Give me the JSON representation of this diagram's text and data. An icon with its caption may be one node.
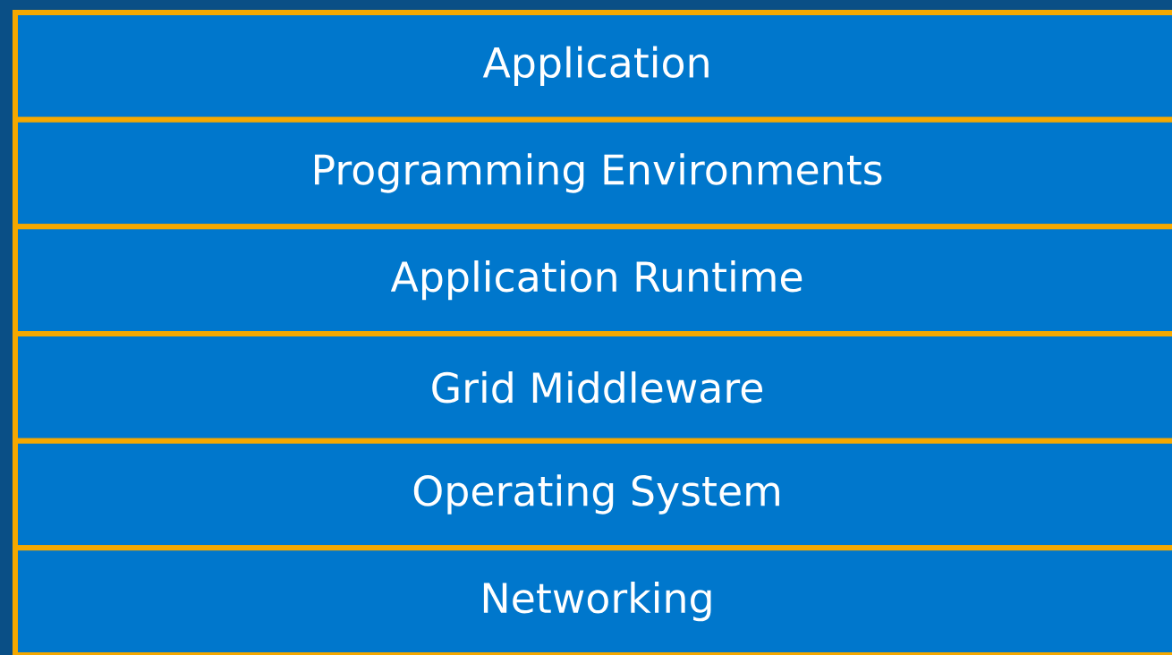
{
  "diagram": {
    "nodes": [
      {
        "text": [
          "Application"
        ]
      },
      {
        "text": [
          "Programming Environments"
        ]
      },
      {
        "text": [
          "Application Runtime"
        ]
      },
      {
        "text": [
          "Grid Middleware"
        ]
      },
      {
        "text": [
          "Operating System"
        ]
      },
      {
        "text": [
          "Networking"
        ]
      }
    ]
  }
}
